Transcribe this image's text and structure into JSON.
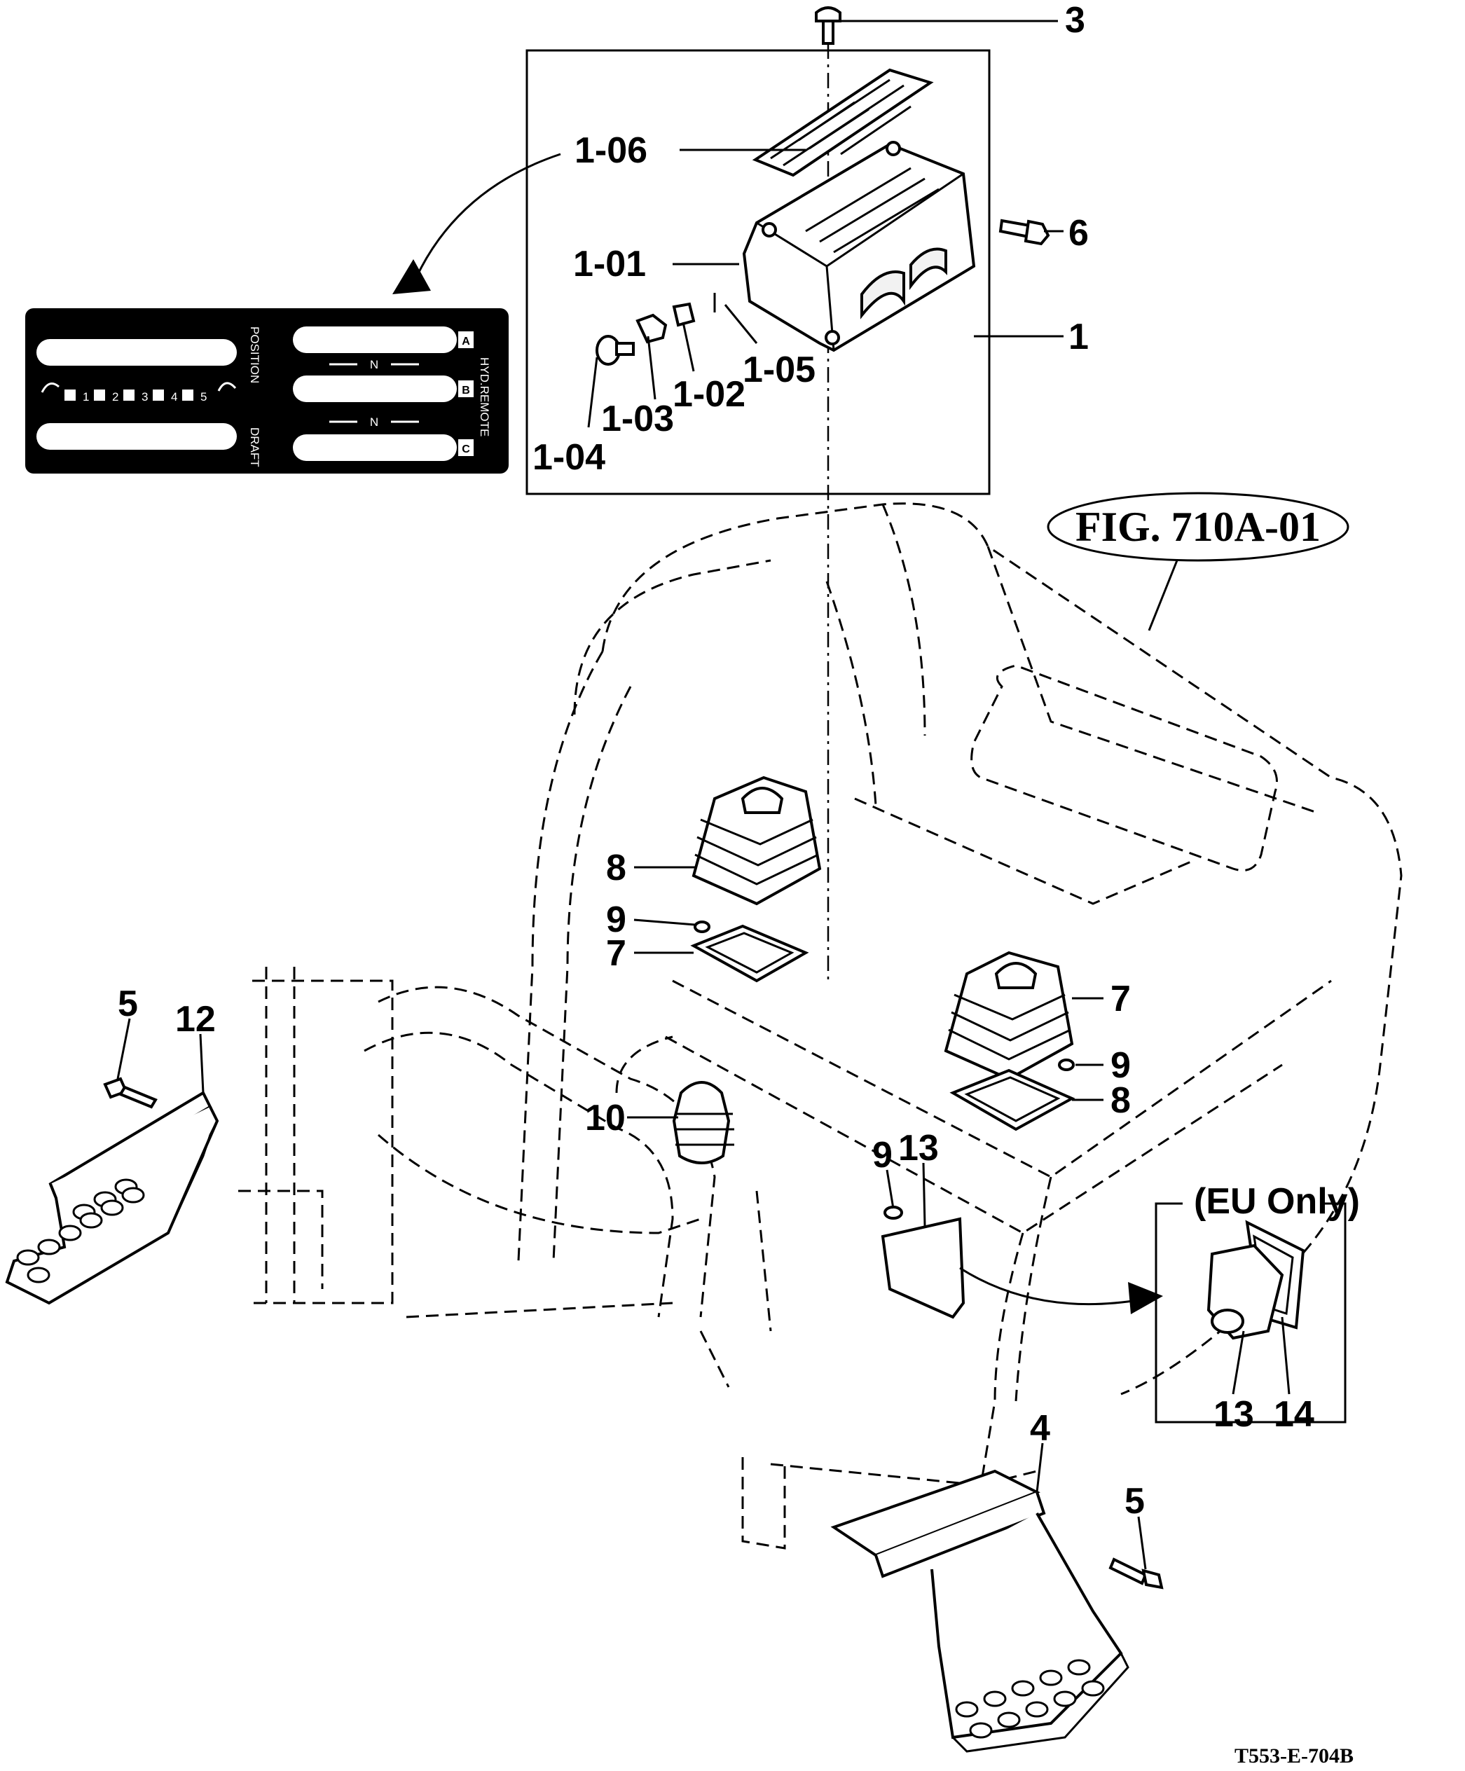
{
  "labels": {
    "l3": "3",
    "l1_06": "1-06",
    "l6": "6",
    "l1_01": "1-01",
    "l1": "1",
    "l1_05": "1-05",
    "l1_02": "1-02",
    "l1_03": "1-03",
    "l1_04": "1-04",
    "l8a": "8",
    "l9a": "9",
    "l7a": "7",
    "l7b": "7",
    "l9b": "9",
    "l8b": "8",
    "l10": "10",
    "l5a": "5",
    "l12": "12",
    "l9c": "9",
    "l13a": "13",
    "l13b": "13",
    "l14": "14",
    "l4": "4",
    "l5b": "5"
  },
  "fig_ref": "FIG. 710A-01",
  "eu_only": "(EU Only)",
  "drawing_code": "T553-E-704B",
  "decal": {
    "position": "POSITION",
    "draft": "DRAFT",
    "hyd_remote": "HYD.REMOTE",
    "slot_a": "A",
    "slot_b": "B",
    "slot_c": "C",
    "neutral": "N",
    "steps": [
      "1",
      "2",
      "3",
      "4",
      "5"
    ]
  }
}
